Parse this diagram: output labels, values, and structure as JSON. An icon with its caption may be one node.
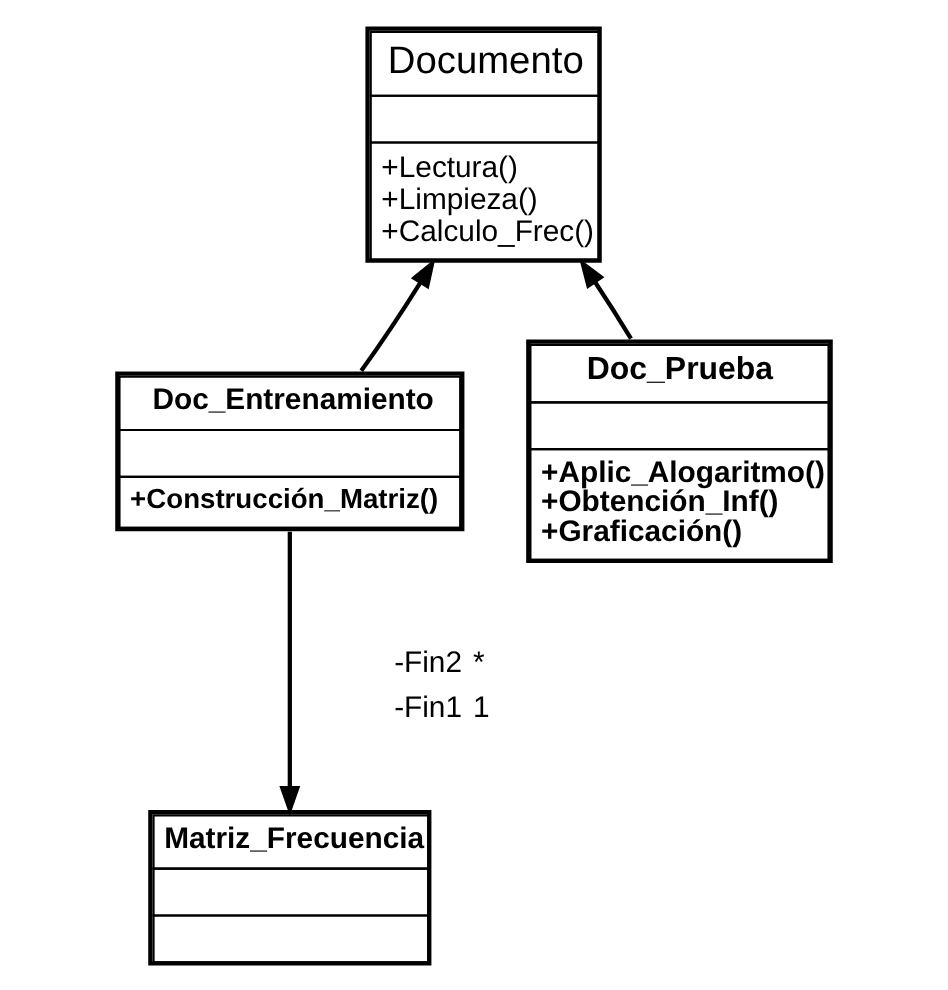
{
  "diagram": {
    "nodes": [
      {
        "text": [
          "Documento",
          "+Lectura()",
          "+Limpieza()",
          "+Calculo_Frec()"
        ]
      },
      {
        "text": [
          "Doc_Entrenamiento",
          "+Construcción_Matriz()"
        ]
      },
      {
        "text": [
          "Doc_Prueba",
          "+Aplic_Alogaritmo()",
          "+Obtención_Inf()",
          "+Graficación()"
        ]
      },
      {
        "text": [
          "Matriz_Frecuencia"
        ]
      }
    ],
    "edges": [
      {
        "from": 1,
        "to": 0,
        "arrow": "to"
      },
      {
        "from": 2,
        "to": 0,
        "arrow": "to"
      },
      {
        "from": 1,
        "to": 3,
        "arrow": "to"
      }
    ],
    "labels": [
      "-Fin2",
      "*",
      "-Fin1",
      "1"
    ]
  }
}
